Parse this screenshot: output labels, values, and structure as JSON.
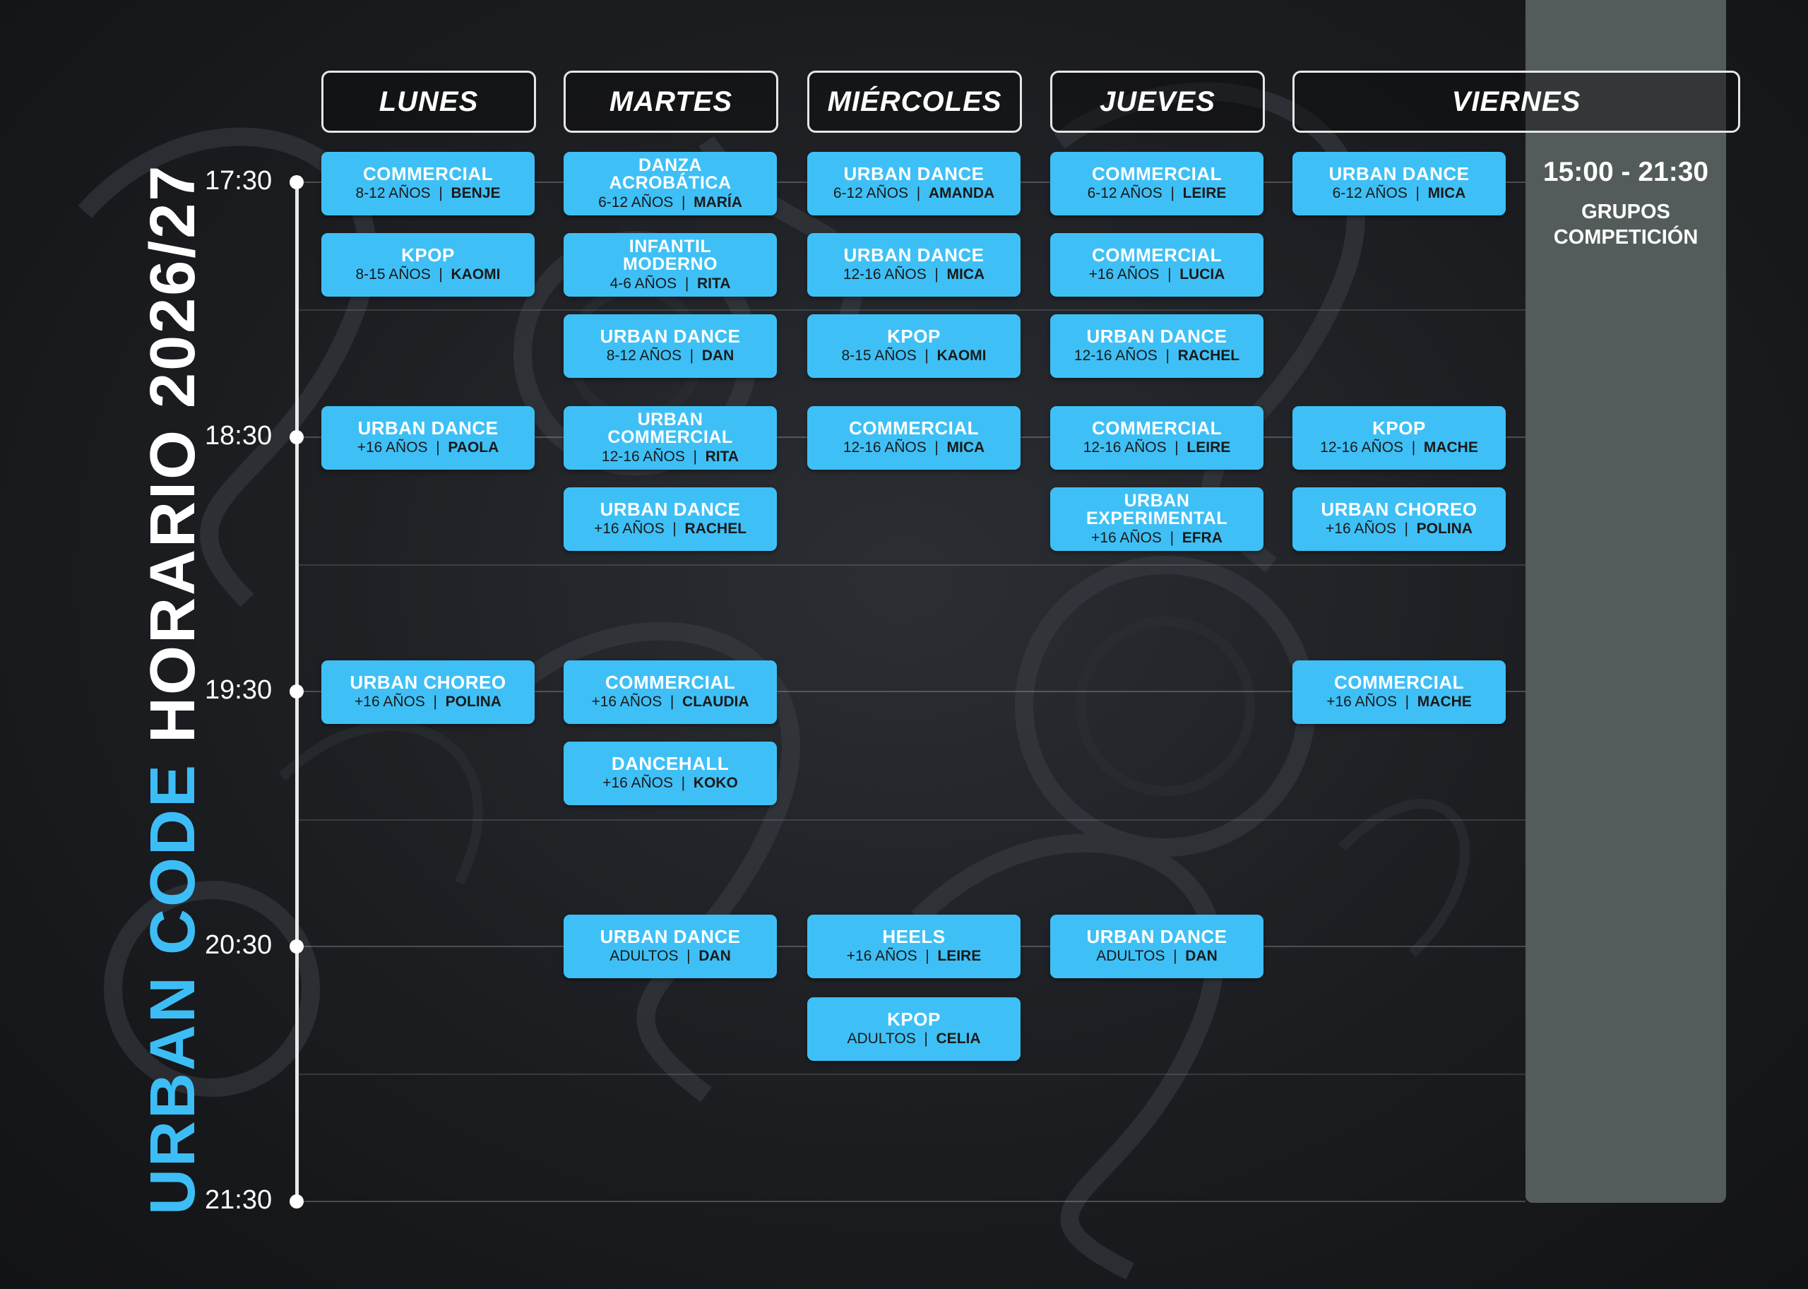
{
  "title": {
    "part1": "URBAN CODE",
    "part2": "HORARIO 2026/27"
  },
  "days": [
    {
      "id": "lunes",
      "label": "LUNES"
    },
    {
      "id": "martes",
      "label": "MARTES"
    },
    {
      "id": "miercoles",
      "label": "MIÉRCOLES"
    },
    {
      "id": "jueves",
      "label": "JUEVES"
    },
    {
      "id": "viernes",
      "label": "VIERNES"
    }
  ],
  "times": [
    "17:30",
    "18:30",
    "19:30",
    "20:30",
    "21:30"
  ],
  "competition": {
    "time": "15:00 - 21:30",
    "label_line1": "GRUPOS",
    "label_line2": "COMPETICIÓN"
  },
  "classes": [
    {
      "day": "lunes",
      "slot": 0,
      "name": "COMMERCIAL",
      "age": "8-12 AÑOS",
      "teacher": "BENJE"
    },
    {
      "day": "lunes",
      "slot": 1,
      "name": "KPOP",
      "age": "8-15 AÑOS",
      "teacher": "KAOMI"
    },
    {
      "day": "lunes",
      "slot": 3,
      "name": "URBAN DANCE",
      "age": "+16 AÑOS",
      "teacher": "PAOLA"
    },
    {
      "day": "lunes",
      "slot": 6,
      "name": "URBAN CHOREO",
      "age": "+16 AÑOS",
      "teacher": "POLINA"
    },
    {
      "day": "martes",
      "slot": 0,
      "name": "DANZA ACROBÁTICA",
      "age": "6-12 AÑOS",
      "teacher": "MARÍA"
    },
    {
      "day": "martes",
      "slot": 1,
      "name": "INFANTIL MODERNO",
      "age": "4-6 AÑOS",
      "teacher": "RITA"
    },
    {
      "day": "martes",
      "slot": 2,
      "name": "URBAN DANCE",
      "age": "8-12 AÑOS",
      "teacher": "DAN"
    },
    {
      "day": "martes",
      "slot": 3,
      "name": "URBAN COMMERCIAL",
      "age": "12-16 AÑOS",
      "teacher": "RITA"
    },
    {
      "day": "martes",
      "slot": 4,
      "name": "URBAN DANCE",
      "age": "+16 AÑOS",
      "teacher": "RACHEL"
    },
    {
      "day": "martes",
      "slot": 6,
      "name": "COMMERCIAL",
      "age": "+16 AÑOS",
      "teacher": "CLAUDIA"
    },
    {
      "day": "martes",
      "slot": 7,
      "name": "DANCEHALL",
      "age": "+16 AÑOS",
      "teacher": "KOKO"
    },
    {
      "day": "martes",
      "slot": 9,
      "name": "URBAN DANCE",
      "age": "ADULTOS",
      "teacher": "DAN"
    },
    {
      "day": "miercoles",
      "slot": 0,
      "name": "URBAN DANCE",
      "age": "6-12 AÑOS",
      "teacher": "AMANDA"
    },
    {
      "day": "miercoles",
      "slot": 1,
      "name": "URBAN DANCE",
      "age": "12-16 AÑOS",
      "teacher": "MICA"
    },
    {
      "day": "miercoles",
      "slot": 2,
      "name": "KPOP",
      "age": "8-15 AÑOS",
      "teacher": "KAOMI"
    },
    {
      "day": "miercoles",
      "slot": 3,
      "name": "COMMERCIAL",
      "age": "12-16 AÑOS",
      "teacher": "MICA"
    },
    {
      "day": "miercoles",
      "slot": 9,
      "name": "HEELS",
      "age": "+16 AÑOS",
      "teacher": "LEIRE"
    },
    {
      "day": "miercoles",
      "slot": 10,
      "name": "KPOP",
      "age": "ADULTOS",
      "teacher": "CELIA"
    },
    {
      "day": "jueves",
      "slot": 0,
      "name": "COMMERCIAL",
      "age": "6-12 AÑOS",
      "teacher": "LEIRE"
    },
    {
      "day": "jueves",
      "slot": 1,
      "name": "COMMERCIAL",
      "age": "+16 AÑOS",
      "teacher": "LUCIA"
    },
    {
      "day": "jueves",
      "slot": 2,
      "name": "URBAN DANCE",
      "age": "12-16 AÑOS",
      "teacher": "RACHEL"
    },
    {
      "day": "jueves",
      "slot": 3,
      "name": "COMMERCIAL",
      "age": "12-16 AÑOS",
      "teacher": "LEIRE"
    },
    {
      "day": "jueves",
      "slot": 4,
      "name": "URBAN EXPERIMENTAL",
      "age": "+16 AÑOS",
      "teacher": "EFRA"
    },
    {
      "day": "jueves",
      "slot": 9,
      "name": "URBAN DANCE",
      "age": "ADULTOS",
      "teacher": "DAN"
    },
    {
      "day": "viernes",
      "slot": 0,
      "name": "URBAN DANCE",
      "age": "6-12 AÑOS",
      "teacher": "MICA"
    },
    {
      "day": "viernes",
      "slot": 3,
      "name": "KPOP",
      "age": "12-16 AÑOS",
      "teacher": "MACHE"
    },
    {
      "day": "viernes",
      "slot": 4,
      "name": "URBAN CHOREO",
      "age": "+16 AÑOS",
      "teacher": "POLINA"
    },
    {
      "day": "viernes",
      "slot": 6,
      "name": "COMMERCIAL",
      "age": "+16 AÑOS",
      "teacher": "MACHE"
    }
  ],
  "colors": {
    "card": "#3ec0f6",
    "accent": "#3dbdf5",
    "competition_bg": "#545c5b"
  }
}
